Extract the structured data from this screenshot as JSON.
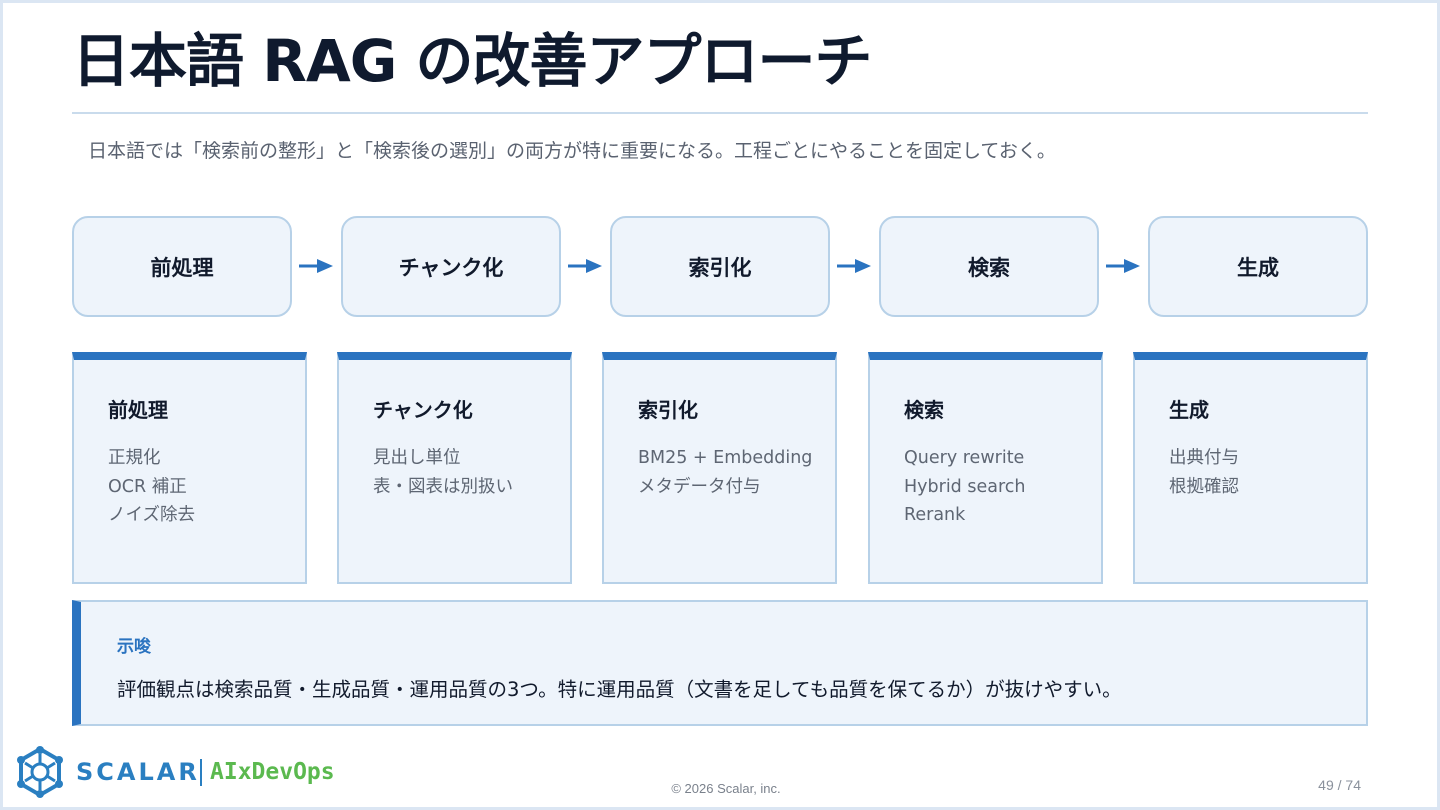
{
  "title": "日本語 RAG の改善アプローチ",
  "subtitle": "日本語では「検索前の整形」と「検索後の選別」の両方が特に重要になる。工程ごとにやることを固定しておく。",
  "flow": [
    "前処理",
    "チャンク化",
    "索引化",
    "検索",
    "生成"
  ],
  "cards": [
    {
      "title": "前処理",
      "lines": [
        "正規化",
        "OCR 補正",
        "ノイズ除去"
      ]
    },
    {
      "title": "チャンク化",
      "lines": [
        "見出し単位",
        "表・図表は別扱い"
      ]
    },
    {
      "title": "索引化",
      "lines": [
        "BM25 + Embedding",
        "メタデータ付与"
      ]
    },
    {
      "title": "検索",
      "lines": [
        "Query rewrite",
        "Hybrid search",
        "Rerank"
      ]
    },
    {
      "title": "生成",
      "lines": [
        "出典付与",
        "根拠確認"
      ]
    }
  ],
  "note": {
    "label": "示唆",
    "text": "評価観点は検索品質・生成品質・運用品質の3つ。特に運用品質（文書を足しても品質を保てるか）が抜けやすい。"
  },
  "footer": {
    "brand": "SCALAR",
    "brand_sub": "AIxDevOps",
    "copyright": "© 2026 Scalar, inc.",
    "page": "49 / 74"
  },
  "colors": {
    "accent": "#2a73c0",
    "panel": "#eef4fb",
    "panel_border": "#b7d1e8",
    "brand_blue": "#2a7fc1",
    "brand_green": "#5bb94f"
  },
  "icons": {
    "flow_arrow": "arrow-right-icon",
    "logo": "scalar-logo-icon"
  }
}
